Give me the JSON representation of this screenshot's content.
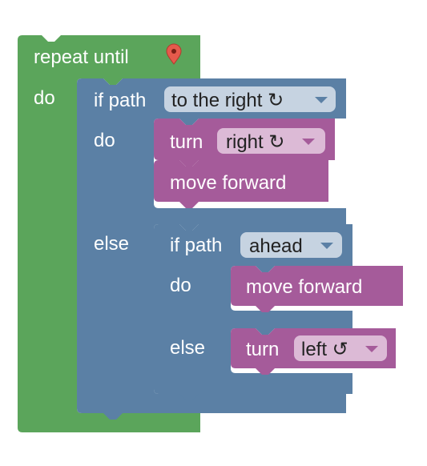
{
  "colors": {
    "loop": "#5ba55b",
    "logic": "#5b80a5",
    "action": "#a55b9a",
    "dropdown_logic": "#c6d3e1",
    "dropdown_action": "#dcbad6",
    "goal_marker": "#e65a4c"
  },
  "icons": {
    "goal": "map-pin-icon",
    "turn_cw": "rotate-clockwise-icon",
    "turn_ccw": "rotate-counterclockwise-icon",
    "dropdown": "dropdown-arrow-icon"
  },
  "repeat_until": {
    "label": "repeat until",
    "do_label": "do"
  },
  "if_path_outer": {
    "label": "if path",
    "option": "to the right ↻",
    "do_label": "do",
    "else_label": "else"
  },
  "turn_right": {
    "label": "turn",
    "option": "right ↻"
  },
  "move_forward_1": {
    "label": "move forward"
  },
  "if_path_inner": {
    "label": "if path",
    "option": "ahead",
    "do_label": "do",
    "else_label": "else"
  },
  "move_forward_2": {
    "label": "move forward"
  },
  "turn_left": {
    "label": "turn",
    "option": "left ↺"
  }
}
